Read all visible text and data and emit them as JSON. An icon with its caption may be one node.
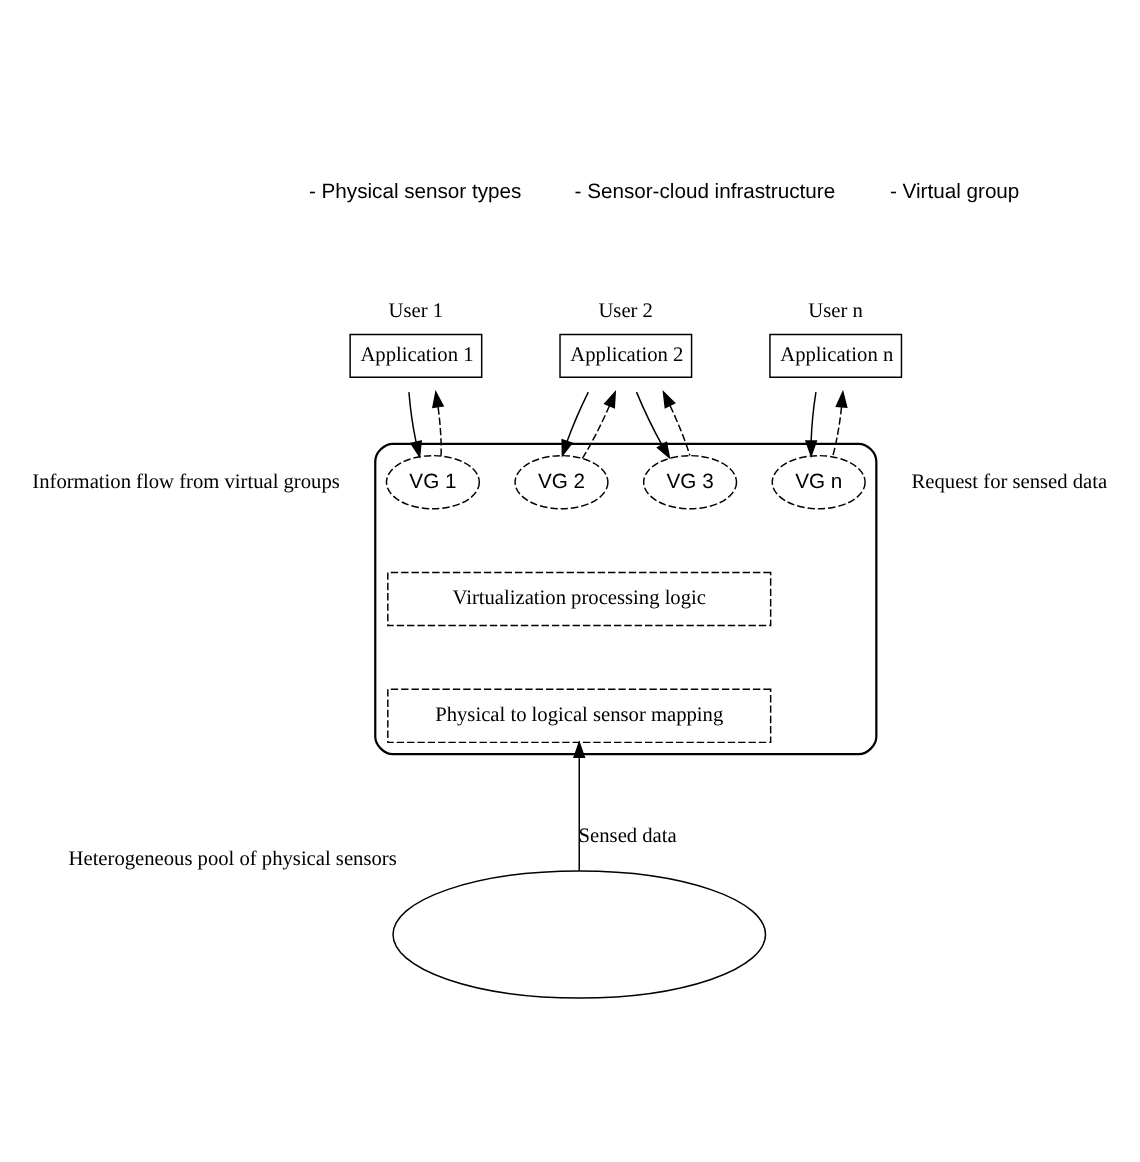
{
  "diagram": {
    "nodes": [
      {
        "text": [],
        "shape": "cloud"
      },
      {
        "text": [
          "Application 1"
        ],
        "beside": [
          "User 1"
        ]
      },
      {
        "text": [
          "Application 2"
        ],
        "beside": [
          "User 2"
        ]
      },
      {
        "text": [
          "Application n"
        ],
        "beside": [
          "User n"
        ]
      },
      {
        "text": [
          "VG 1"
        ],
        "in": 0
      },
      {
        "text": [
          "VG 2"
        ],
        "in": 0
      },
      {
        "text": [
          "VG 3"
        ],
        "in": 0
      },
      {
        "text": [
          "VG n"
        ],
        "in": 0
      },
      {
        "text": [
          "Virtualization processing logic"
        ],
        "in": 0
      },
      {
        "text": [
          "Physical to logical sensor mapping"
        ],
        "in": 0
      },
      {
        "text": [],
        "shape": "ellipse",
        "beside": [
          "Heterogeneous pool of physical sensors"
        ]
      }
    ],
    "edges": [
      {
        "from": 1,
        "to": 4,
        "arrow": "to"
      },
      {
        "from": 4,
        "to": 1,
        "arrow": "to",
        "style": "dashed"
      },
      {
        "from": 2,
        "to": 5,
        "arrow": "to"
      },
      {
        "from": 5,
        "to": 2,
        "arrow": "to",
        "style": "dashed"
      },
      {
        "from": 2,
        "to": 6,
        "arrow": "to"
      },
      {
        "from": 6,
        "to": 2,
        "arrow": "to",
        "style": "dashed"
      },
      {
        "from": 3,
        "to": 7,
        "arrow": "to"
      },
      {
        "from": 7,
        "to": 3,
        "arrow": "to",
        "style": "dashed"
      },
      {
        "from": 10,
        "to": 9,
        "arrow": "to",
        "label": "Sensed data"
      }
    ],
    "labels": [
      "Information flow from virtual groups",
      "Request for sensed data"
    ],
    "legend": [
      {
        "text": "- Physical sensor types"
      },
      {
        "text": "- Sensor-cloud infrastructure"
      },
      {
        "text": "- Virtual group"
      }
    ]
  }
}
